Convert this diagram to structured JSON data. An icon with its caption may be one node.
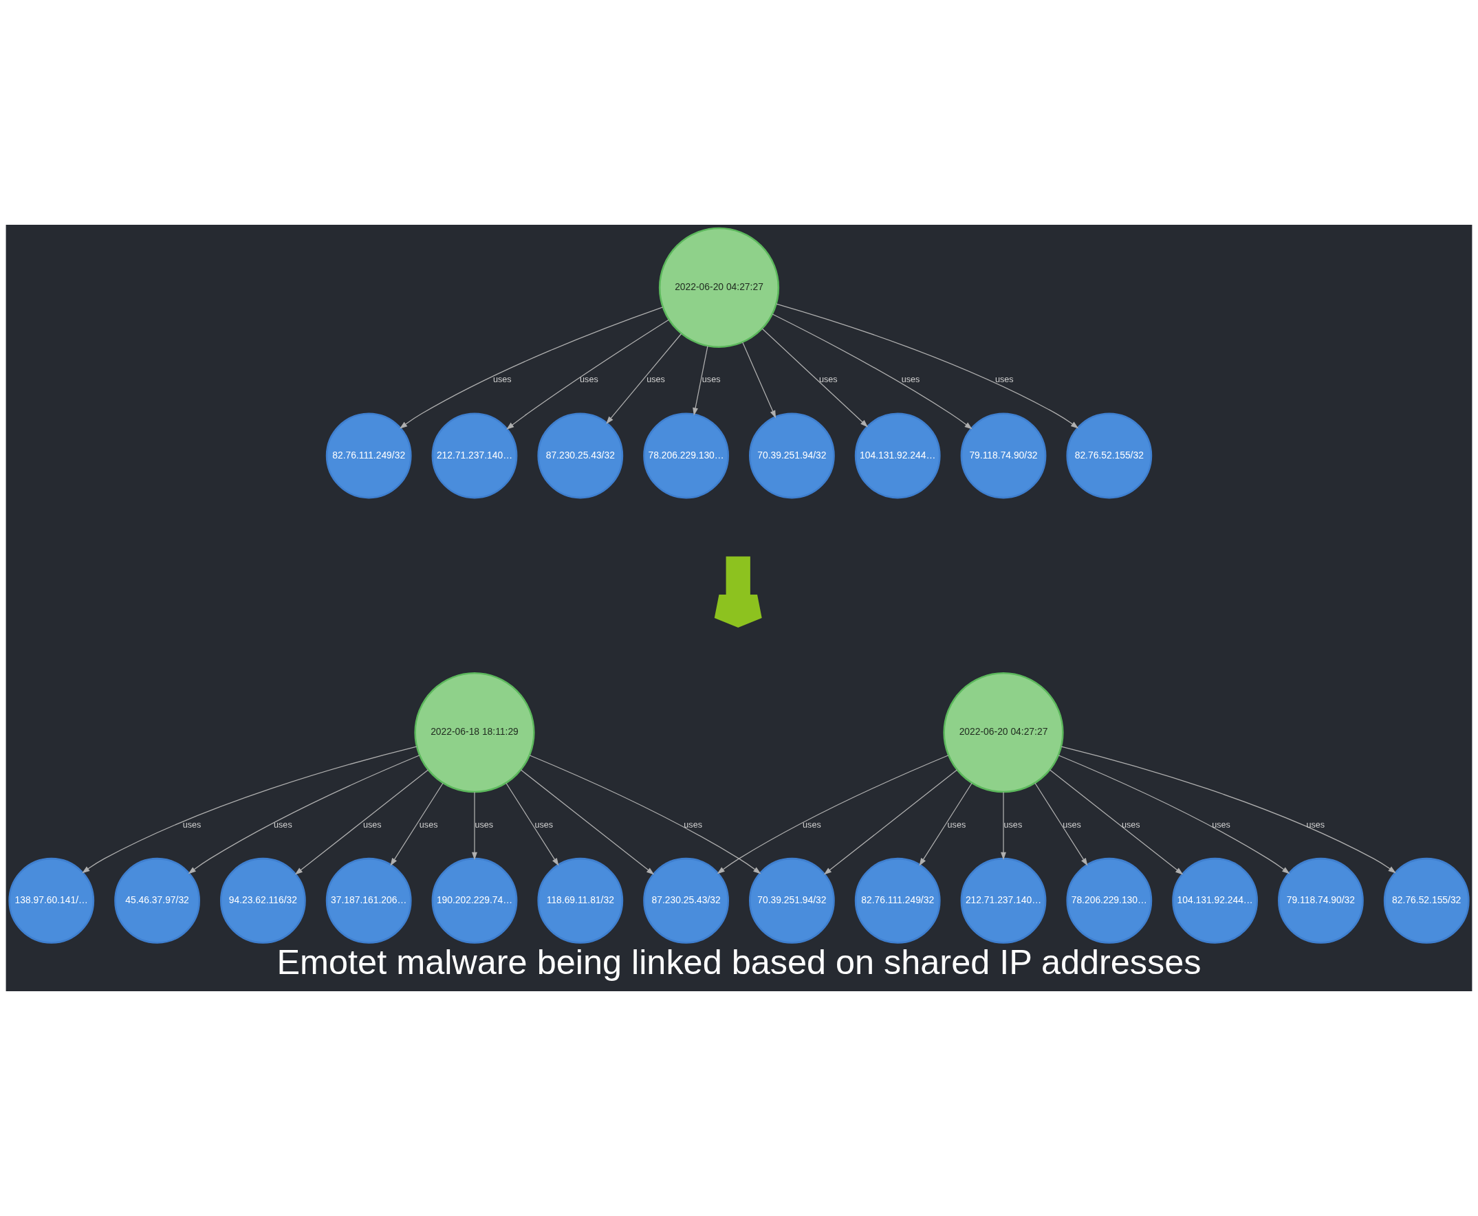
{
  "diagram": {
    "caption": "Emotet malware being linked based on shared IP addresses",
    "nodes": [
      {
        "text": [
          "2022-06-20 04:27:27"
        ]
      },
      {
        "text": [
          "82.76.111.249/32"
        ]
      },
      {
        "text": [
          "212.71.237.140…"
        ]
      },
      {
        "text": [
          "87.230.25.43/32"
        ]
      },
      {
        "text": [
          "78.206.229.130…"
        ]
      },
      {
        "text": [
          "70.39.251.94/32"
        ]
      },
      {
        "text": [
          "104.131.92.244…"
        ]
      },
      {
        "text": [
          "79.118.74.90/32"
        ]
      },
      {
        "text": [
          "82.76.52.155/32"
        ]
      },
      {
        "text": [
          "82.76.111.249/32"
        ]
      },
      {
        "text": [
          "212.71.237.140…"
        ]
      },
      {
        "text": [
          "2022-06-20 04:27:27"
        ]
      },
      {
        "text": [
          "87.230.25.43/32"
        ]
      },
      {
        "text": [
          "78.206.229.130…"
        ]
      },
      {
        "text": [
          "70.39.251.94/32"
        ]
      },
      {
        "text": [
          "104.131.92.244…"
        ]
      },
      {
        "text": [
          "79.118.74.90/32"
        ]
      },
      {
        "text": [
          "82.76.52.155/32"
        ]
      },
      {
        "text": [
          "190.202.229.74…"
        ]
      },
      {
        "text": [
          "118.69.11.81/32"
        ]
      },
      {
        "text": [
          "138.97.60.141/…"
        ]
      },
      {
        "text": [
          "2022-06-18 18:11:29"
        ]
      },
      {
        "text": [
          "45.46.37.97/32"
        ]
      },
      {
        "text": [
          "94.23.62.116/32"
        ]
      },
      {
        "text": [
          "37.187.161.206…"
        ]
      }
    ],
    "edges": [
      {
        "from": 0,
        "to": 1,
        "arrow": "to",
        "label": "uses"
      },
      {
        "from": 0,
        "to": 2,
        "arrow": "to",
        "label": "uses"
      },
      {
        "from": 0,
        "to": 3,
        "arrow": "to",
        "label": "uses"
      },
      {
        "from": 0,
        "to": 4,
        "arrow": "to",
        "label": "uses"
      },
      {
        "from": 0,
        "to": 5,
        "arrow": "to"
      },
      {
        "from": 0,
        "to": 6,
        "arrow": "to",
        "label": "uses"
      },
      {
        "from": 0,
        "to": 7,
        "arrow": "to",
        "label": "uses"
      },
      {
        "from": 0,
        "to": 8,
        "arrow": "to",
        "label": "uses"
      },
      {
        "from": 11,
        "to": 9,
        "arrow": "to",
        "label": "uses"
      },
      {
        "from": 11,
        "to": 10,
        "arrow": "to",
        "label": "uses"
      },
      {
        "from": 11,
        "to": 12,
        "arrow": "to",
        "label": "uses"
      },
      {
        "from": 11,
        "to": 13,
        "arrow": "to",
        "label": "uses"
      },
      {
        "from": 11,
        "to": 14,
        "arrow": "to"
      },
      {
        "from": 11,
        "to": 15,
        "arrow": "to",
        "label": "uses"
      },
      {
        "from": 11,
        "to": 16,
        "arrow": "to",
        "label": "uses"
      },
      {
        "from": 11,
        "to": 17,
        "arrow": "to",
        "label": "uses"
      },
      {
        "from": 21,
        "to": 18,
        "arrow": "to",
        "label": "uses"
      },
      {
        "from": 21,
        "to": 19,
        "arrow": "to",
        "label": "uses"
      },
      {
        "from": 21,
        "to": 12,
        "arrow": "to"
      },
      {
        "from": 21,
        "to": 20,
        "arrow": "to",
        "label": "uses"
      },
      {
        "from": 21,
        "to": 14,
        "arrow": "to",
        "label": "uses"
      },
      {
        "from": 21,
        "to": 22,
        "arrow": "to",
        "label": "uses"
      },
      {
        "from": 21,
        "to": 23,
        "arrow": "to",
        "label": "uses"
      },
      {
        "from": 21,
        "to": 24,
        "arrow": "to",
        "label": "uses"
      }
    ]
  }
}
